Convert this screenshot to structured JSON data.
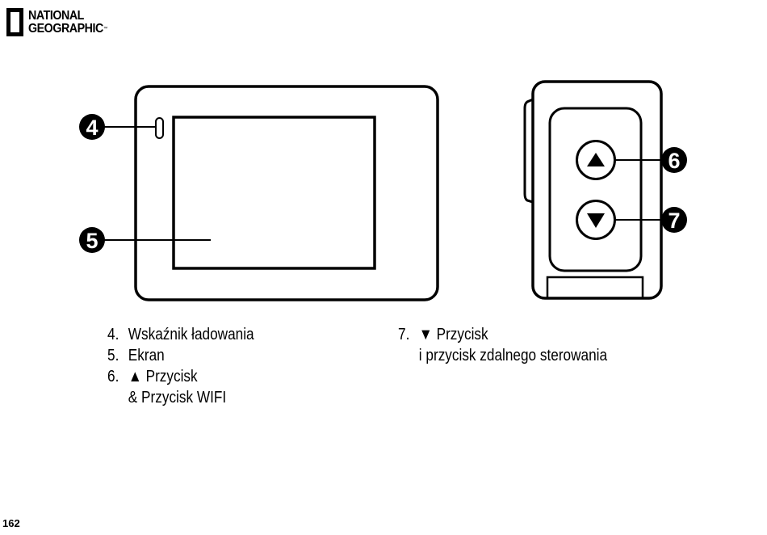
{
  "brand": {
    "line1": "NATIONAL",
    "line2": "GEOGRAPHIC",
    "trademark": "™"
  },
  "callouts": {
    "c4": "4",
    "c5": "5",
    "c6": "6",
    "c7": "7"
  },
  "legend": {
    "left": [
      {
        "num": "4.",
        "text": "Wskaźnik ładowania",
        "cont": ""
      },
      {
        "num": "5.",
        "text": "Ekran",
        "cont": ""
      },
      {
        "num": "6.",
        "text": "▲ Przycisk",
        "cont": "& Przycisk WIFI"
      }
    ],
    "right": [
      {
        "num": "7.",
        "text": "▼ Przycisk",
        "cont": "i przycisk zdalnego sterowania"
      }
    ]
  },
  "icons": {
    "up": "triangle-up-icon",
    "down": "triangle-down-icon"
  },
  "page_number": "162"
}
